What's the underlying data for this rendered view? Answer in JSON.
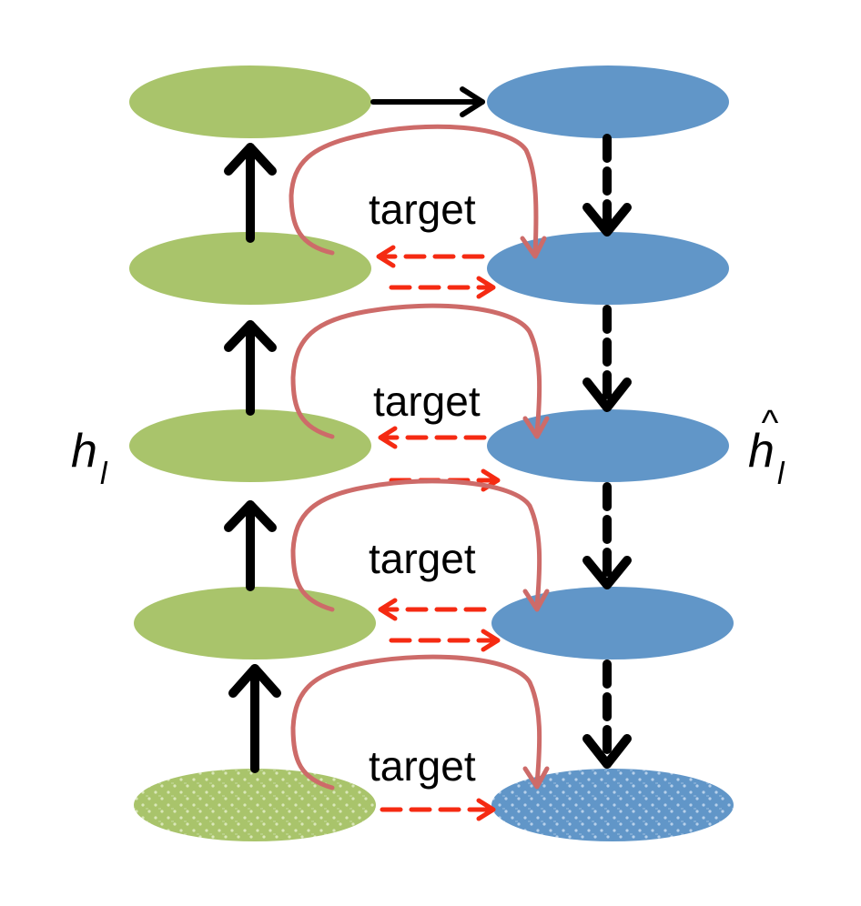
{
  "labels": {
    "left_variable": "h",
    "left_subscript": "l",
    "right_variable": "h",
    "right_hat": "^",
    "right_subscript": "l",
    "target": "target"
  },
  "colors": {
    "encoder": "#a9c46b",
    "decoder": "#6196c8",
    "reconstruction_loop": "#cd6b69",
    "target_arrow": "#f52a12",
    "flow_arrow": "#000000"
  },
  "nodes": {
    "encoder_layers": 5,
    "decoder_layers": 5,
    "input_layer_texture": "dotted",
    "output_layer_texture": "dotted"
  }
}
